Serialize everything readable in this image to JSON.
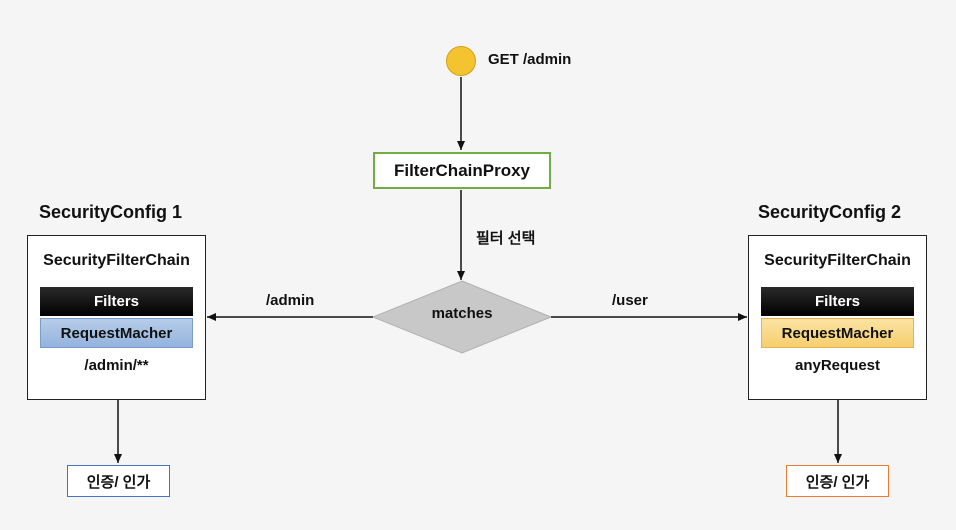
{
  "start": {
    "label": "GET /admin"
  },
  "proxy": {
    "label": "FilterChainProxy"
  },
  "selection": {
    "label": "필터 선택"
  },
  "decision": {
    "label": "matches"
  },
  "routes": {
    "left": "/admin",
    "right": "/user"
  },
  "config1": {
    "title": "SecurityConfig 1",
    "chain": "SecurityFilterChain",
    "filters": "Filters",
    "matcher": "RequestMacher",
    "pattern": "/admin/**",
    "auth": "인증/ 인가",
    "matcher_color": "#9dbbe3",
    "auth_border_color": "#4472c4"
  },
  "config2": {
    "title": "SecurityConfig 2",
    "chain": "SecurityFilterChain",
    "filters": "Filters",
    "matcher": "RequestMacher",
    "pattern": "anyRequest",
    "auth": "인증/ 인가",
    "matcher_color": "#f8d580",
    "auth_border_color": "#ed7d31"
  },
  "colors": {
    "start_circle": "#f4c430",
    "proxy_border": "#70ad47",
    "diamond": "#c8c8c8"
  }
}
